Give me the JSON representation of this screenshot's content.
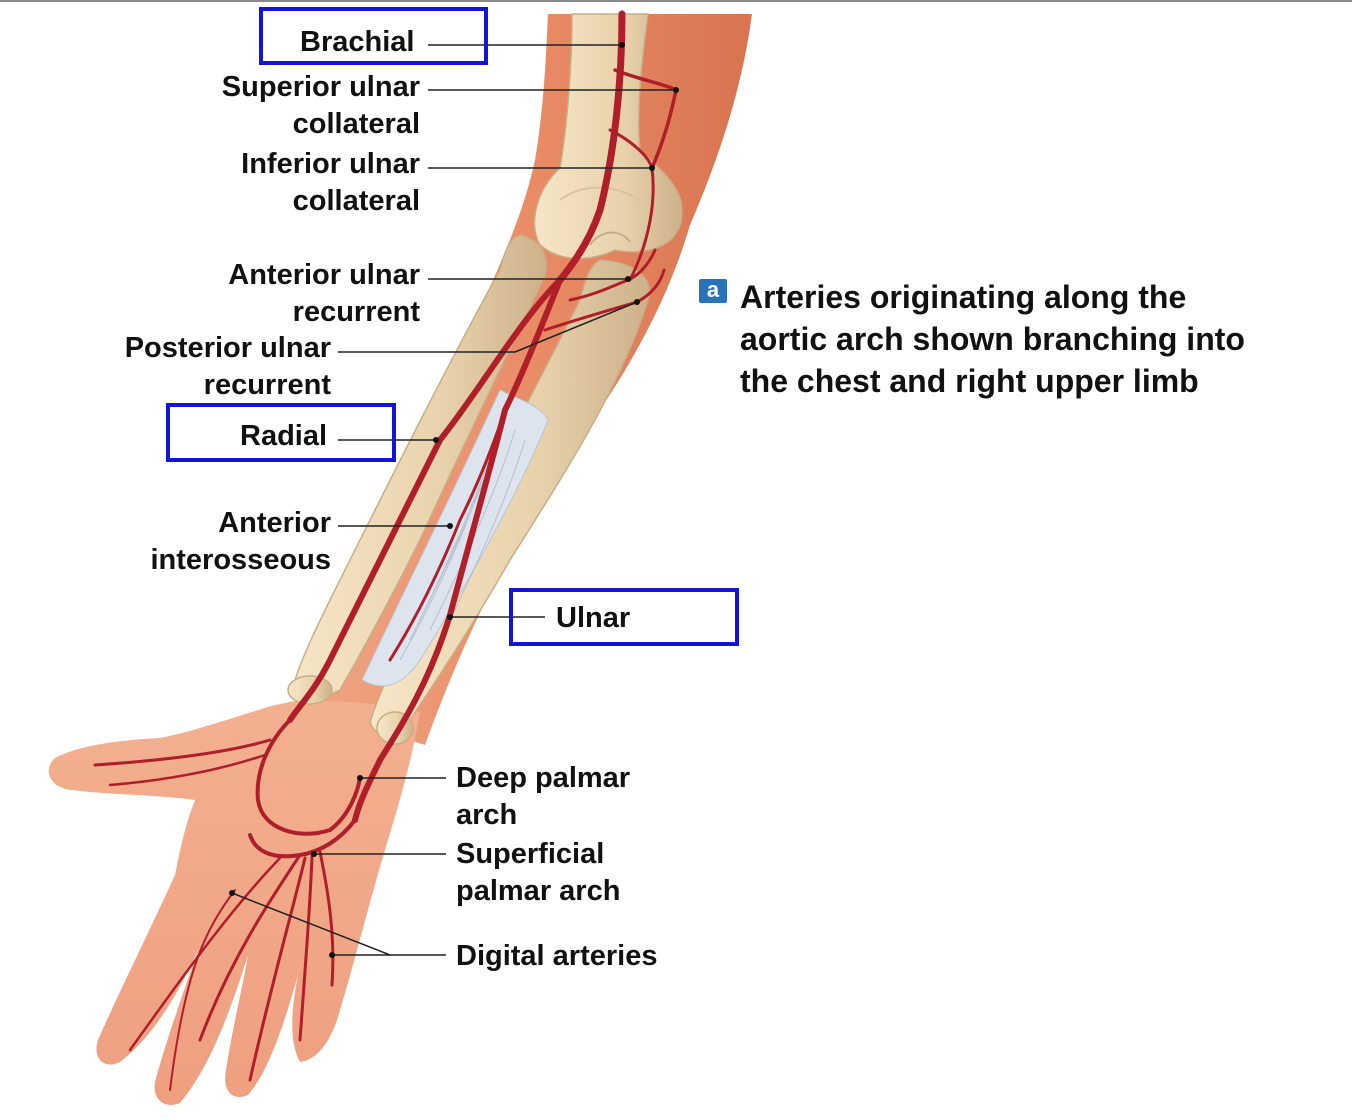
{
  "labels": {
    "brachial": "Brachial",
    "superior_ulnar_collateral": [
      "Superior ulnar",
      "collateral"
    ],
    "inferior_ulnar_collateral": [
      "Inferior ulnar",
      "collateral"
    ],
    "anterior_ulnar_recurrent": [
      "Anterior ulnar",
      "recurrent"
    ],
    "posterior_ulnar_recurrent": [
      "Posterior ulnar",
      "recurrent"
    ],
    "radial": "Radial",
    "anterior_interosseous": [
      "Anterior",
      "interosseous"
    ],
    "ulnar": "Ulnar",
    "deep_palmar_arch": [
      "Deep palmar",
      "arch"
    ],
    "superficial_palmar_arch": [
      "Superficial",
      "palmar arch"
    ],
    "digital_arteries": "Digital arteries"
  },
  "panel": {
    "badge": "a",
    "caption": [
      "Arteries originating along the",
      "aortic arch shown branching into",
      "the chest and right upper limb"
    ]
  },
  "highlighted": [
    "Brachial",
    "Radial",
    "Ulnar"
  ],
  "colors": {
    "highlight_box": "#1414d8",
    "badge": "#2a73b8",
    "artery": "#b8202c",
    "skin": "#eea07f",
    "bone": "#efdcbc"
  }
}
